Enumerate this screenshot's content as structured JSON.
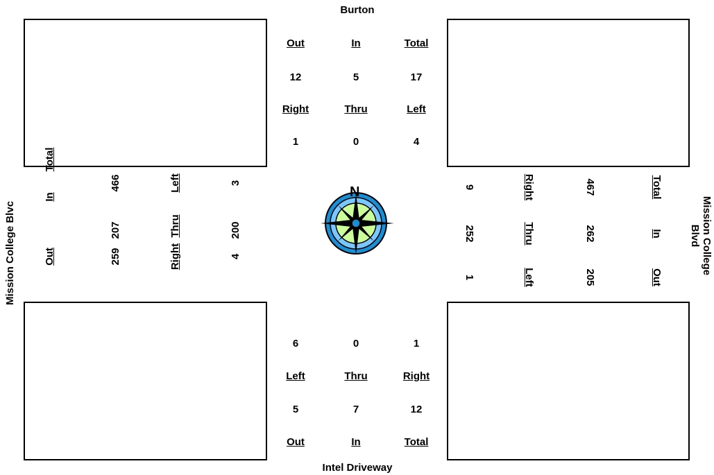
{
  "streets": {
    "north": "Burton",
    "south": "Intel Driveway",
    "west": "Mission College Blvc",
    "east_line1": "Mission College",
    "east_line2": "Blvd"
  },
  "north_approach": {
    "header": {
      "out": "Out",
      "in": "In",
      "total": "Total"
    },
    "values": {
      "out": "12",
      "in": "5",
      "total": "17"
    },
    "moves": {
      "right": "Right",
      "thru": "Thru",
      "left": "Left"
    },
    "counts": {
      "right": "1",
      "thru": "0",
      "left": "4"
    }
  },
  "south_approach": {
    "counts": {
      "left": "6",
      "thru": "0",
      "right": "1"
    },
    "moves": {
      "left": "Left",
      "thru": "Thru",
      "right": "Right"
    },
    "values": {
      "out": "5",
      "in": "7",
      "total": "12"
    },
    "header": {
      "out": "Out",
      "in": "In",
      "total": "Total"
    }
  },
  "west_approach": {
    "header": {
      "total": "Total",
      "in": "In",
      "out": "Out"
    },
    "values": {
      "total": "466",
      "in": "207",
      "out": "259"
    },
    "moves": {
      "left": "Left",
      "thru": "Thru",
      "right": "Right"
    },
    "counts": {
      "left": "3",
      "thru": "200",
      "right": "4"
    }
  },
  "east_approach": {
    "counts": {
      "right": "9",
      "thru": "252",
      "left": "1"
    },
    "moves": {
      "right": "Right",
      "thru": "Thru",
      "left": "Left"
    },
    "values": {
      "total": "467",
      "in": "262",
      "out": "205"
    },
    "header": {
      "total": "Total",
      "in": "In",
      "out": "Out"
    }
  },
  "compass": {
    "north_letter": "N"
  },
  "colors": {
    "ring": "#1a8fd6",
    "inner": "#ccff99",
    "star": "#000000"
  }
}
